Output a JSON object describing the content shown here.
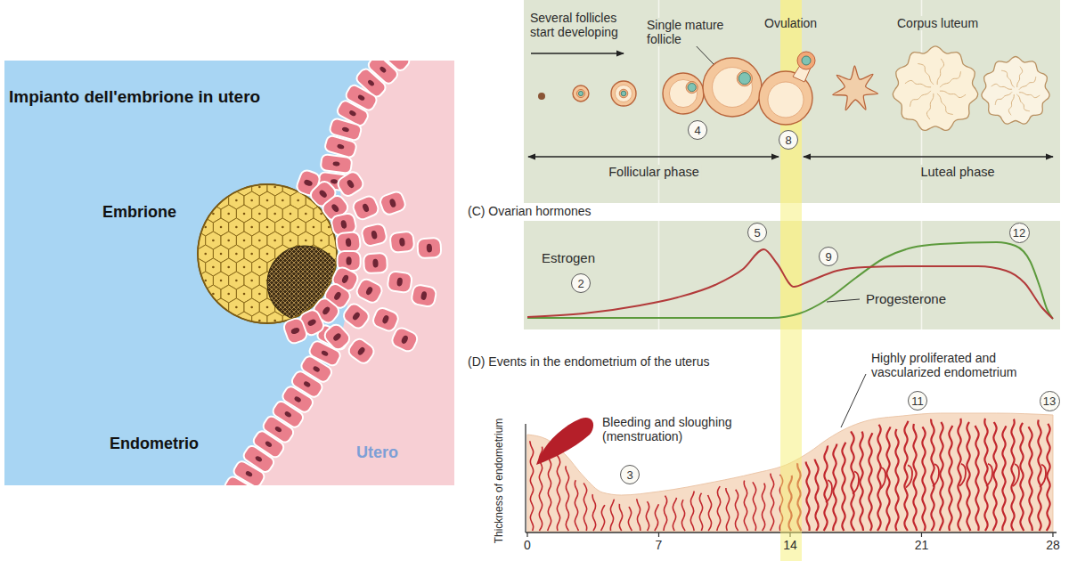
{
  "diagram": {
    "nodes": [
      {
        "text": [
          "Impianto dell'embrione in utero",
          "Embrione",
          "Endometrio",
          "Utero"
        ]
      },
      {
        "text": [
          "Several follicles start developing",
          "Single mature follicle",
          "Ovulation",
          "Corpus luteum",
          "Follicular phase",
          "Luteal phase"
        ]
      },
      {
        "text": [
          "4"
        ],
        "in": 1
      },
      {
        "text": [
          "8"
        ],
        "in": 1
      },
      {
        "text": [
          "(C) Ovarian hormones",
          "Estrogen",
          "Progesterone"
        ]
      },
      {
        "text": [
          "2"
        ],
        "in": 4
      },
      {
        "text": [
          "5"
        ],
        "in": 4
      },
      {
        "text": [
          "9"
        ],
        "in": 4
      },
      {
        "text": [
          "12"
        ],
        "in": 4
      },
      {
        "text": [
          "3"
        ]
      },
      {
        "text": [
          "11"
        ]
      },
      {
        "text": [
          "13"
        ]
      }
    ],
    "labels": [
      "(D) Events in the endometrium of the uterus",
      "Highly proliferated and vascularized endometrium",
      "Bleeding and sloughing (menstruation)",
      "Thickness of endometrium",
      "0",
      "7",
      "14",
      "21",
      "28"
    ]
  }
}
